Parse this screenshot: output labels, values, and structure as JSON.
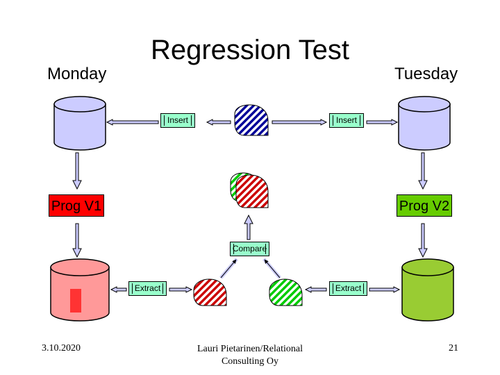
{
  "title": "Regression Test",
  "labels": {
    "monday": "Monday",
    "tuesday": "Tuesday",
    "prog_v1": "Prog V1",
    "prog_v2": "Prog V2",
    "insert_left": "Insert",
    "insert_right": "Insert",
    "compare": "Compare",
    "extract_left": "Extract",
    "extract_right": "Extract"
  },
  "footer": {
    "date": "3.10.2020",
    "author_line1": "Lauri Pietarinen/Relational",
    "author_line2": "Consulting Oy",
    "page": "21"
  },
  "colors": {
    "db_empty": "#ccccff",
    "db_v1": "#ff9999",
    "db_v1_mark": "#ff3333",
    "db_v2": "#99cc33",
    "prog_v1": "#ff0000",
    "prog_v2": "#66cc00",
    "button": "#99ffcc",
    "arrow_fill": "#ccccff",
    "hatch_blue": "#000099",
    "hatch_red": "#cc0000",
    "hatch_green": "#00cc00"
  }
}
